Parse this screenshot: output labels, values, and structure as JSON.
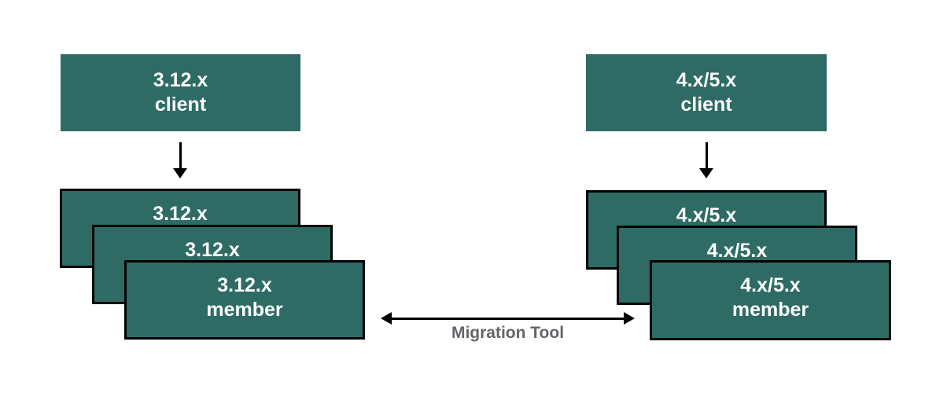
{
  "colors": {
    "background": "#ffffff",
    "box_fill": "#2e6b65",
    "box_border": "#000000",
    "box_text": "#ffffff",
    "arrow": "#000000",
    "label_text": "#636569"
  },
  "left_cluster": {
    "client": {
      "version": "3.12.x",
      "role": "client"
    },
    "stack": [
      {
        "lines": [
          "3.12.x"
        ]
      },
      {
        "lines": [
          "3.12.x"
        ]
      },
      {
        "lines": [
          "3.12.x",
          "member"
        ]
      }
    ]
  },
  "right_cluster": {
    "client": {
      "version": "4.x/5.x",
      "role": "client"
    },
    "stack": [
      {
        "lines": [
          "4.x/5.x"
        ]
      },
      {
        "lines": [
          "4.x/5.x"
        ]
      },
      {
        "lines": [
          "4.x/5.x",
          "member"
        ]
      }
    ]
  },
  "connector": {
    "label": "Migration Tool"
  }
}
